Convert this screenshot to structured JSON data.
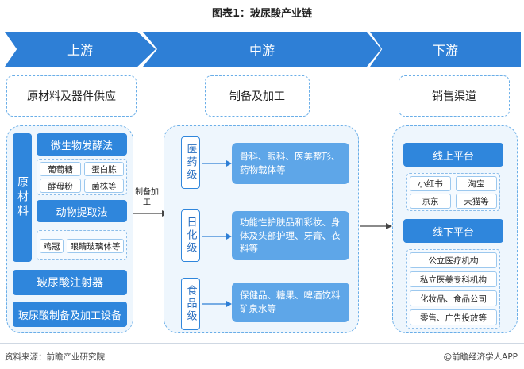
{
  "title": "图表1：玻尿酸产业链",
  "stages": {
    "upstream": "上游",
    "midstream": "中游",
    "downstream": "下游"
  },
  "headers": {
    "upstream": "原材料及器件供应",
    "midstream": "制备及加工",
    "downstream": "销售渠道"
  },
  "upstream": {
    "raw_label": "原材料",
    "fermentation": {
      "label": "微生物发酵法",
      "items": [
        "葡萄糖",
        "蛋白胨",
        "酵母粉",
        "菌株等"
      ]
    },
    "animal": {
      "label": "动物提取法",
      "items": [
        "鸡冠",
        "眼睛玻璃体等"
      ]
    },
    "injector": "玻尿酸注射器",
    "equipment": "玻尿酸制备及加工设备"
  },
  "connector_label": "制备加工",
  "midstream": {
    "grades": [
      {
        "label": "医药级",
        "desc": "骨科、眼科、医美整形、药物载体等"
      },
      {
        "label": "日化级",
        "desc": "功能性护肤品和彩妆、身体及头部护理、牙膏、衣料等"
      },
      {
        "label": "食品级",
        "desc": "保健品、糖果、啤酒饮料矿泉水等"
      }
    ]
  },
  "downstream": {
    "online": {
      "label": "线上平台",
      "items": [
        "小红书",
        "淘宝",
        "京东",
        "天猫等"
      ]
    },
    "offline": {
      "label": "线下平台",
      "items": [
        "公立医疗机构",
        "私立医美专科机构",
        "化妆品、食品公司",
        "零售、广告投放等"
      ]
    }
  },
  "footer": {
    "source": "资料来源：前瞻产业研究院",
    "brand": "@前瞻经济学人APP"
  },
  "colors": {
    "primary": "#2e7fd6",
    "panel_bg": "#eef6fd",
    "dashed": "#6aaee8",
    "desc_bg": "#5ea6e8"
  }
}
